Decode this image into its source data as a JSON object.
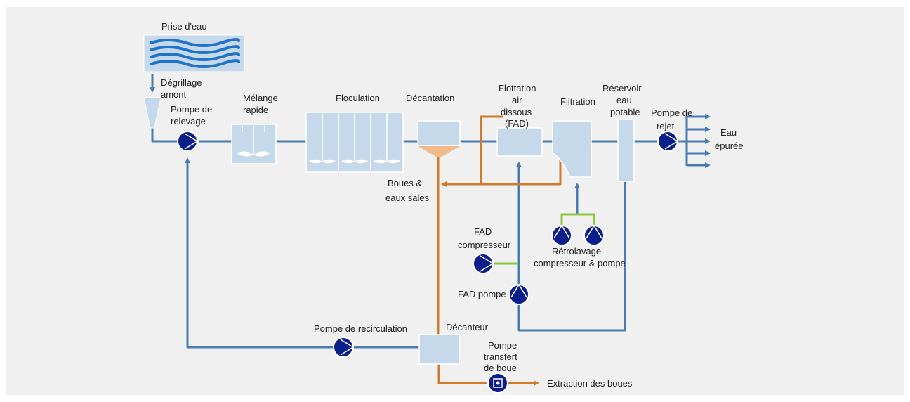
{
  "labels": {
    "intake": "Prise d'eau",
    "screening_1": "Dégrillage",
    "screening_2": "amont",
    "lift_pump_1": "Pompe de",
    "lift_pump_2": "relevage",
    "rapid_mix_1": "Mélange",
    "rapid_mix_2": "rapide",
    "flocculation": "Floculation",
    "settling": "Décantation",
    "daf_1": "Flottation",
    "daf_2": "air",
    "daf_3": "dissous",
    "daf_4": "(FAD)",
    "filtration": "Filtration",
    "reservoir_1": "Réservoir",
    "reservoir_2": "eau",
    "reservoir_3": "potable",
    "discharge_pump_1": "Pompe de",
    "discharge_pump_2": "rejet",
    "treated_1": "Eau",
    "treated_2": "épurée",
    "sludge_1": "Boues &",
    "sludge_2": "eaux sales",
    "daf_comp_1": "FAD",
    "daf_comp_2": "compresseur",
    "backwash_1": "Rétrolavage",
    "backwash_2": "compresseur & pompe",
    "daf_pump": "FAD pompe",
    "recirc_pump": "Pompe de recirculation",
    "decanter": "Décanteur",
    "sludge_pump_1": "Pompe",
    "sludge_pump_2": "transfert",
    "sludge_pump_3": "de boue",
    "sludge_extraction": "Extraction des boues"
  },
  "colors": {
    "background": "#f0f0f0",
    "water_line": "#4a7bb0",
    "sludge_line": "#d07a2a",
    "air_line": "#8cc63f",
    "tank_fill": "#c5d9ea",
    "pump_fill": "#0a1f8c",
    "cone_fill": "#f2b98a",
    "label": "#222222"
  },
  "icons": {
    "pump": "pump-icon",
    "mixer": "mixer-icon",
    "water_waves": "water-waves-icon",
    "arrow": "arrow-icon"
  }
}
